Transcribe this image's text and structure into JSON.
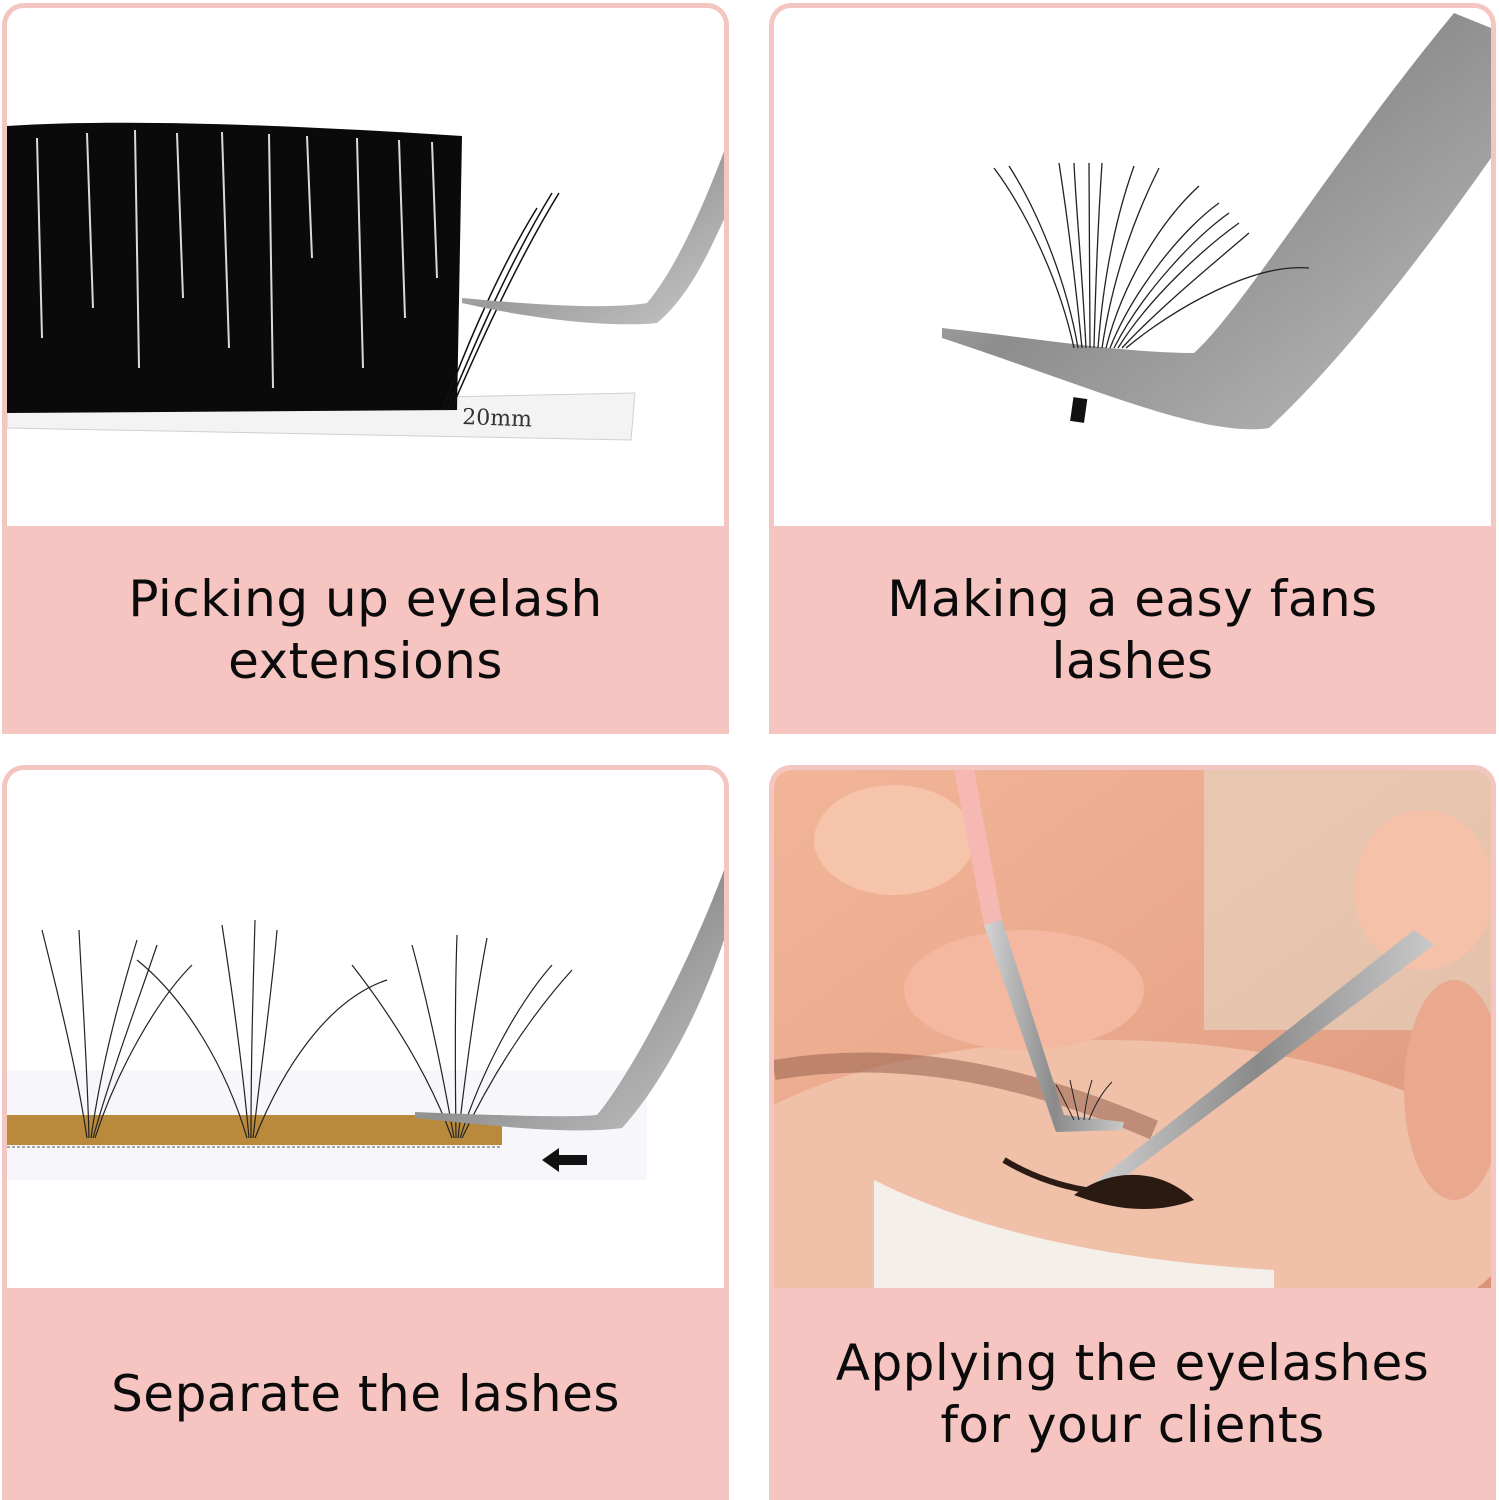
{
  "panels": [
    {
      "id": "picking-up",
      "caption_line1": "Picking up eyelash",
      "caption_line2": "extensions",
      "image": "eyelash-strip-with-tweezers",
      "strip_label": "20mm"
    },
    {
      "id": "making-fans",
      "caption_line1": "Making a easy fans",
      "caption_line2": "lashes",
      "image": "fan-lash-on-tweezers"
    },
    {
      "id": "separate",
      "caption_line1": "Separate the lashes",
      "caption_line2": "",
      "image": "separated-fan-lashes-with-arrow"
    },
    {
      "id": "applying",
      "caption_line1": "Applying the eyelashes",
      "caption_line2": "for your clients",
      "image": "applying-lashes-on-client-eye"
    }
  ],
  "colors": {
    "caption_bg": "#f7c5c1",
    "border": "#f4c6c2",
    "text": "#0b0b0b"
  }
}
